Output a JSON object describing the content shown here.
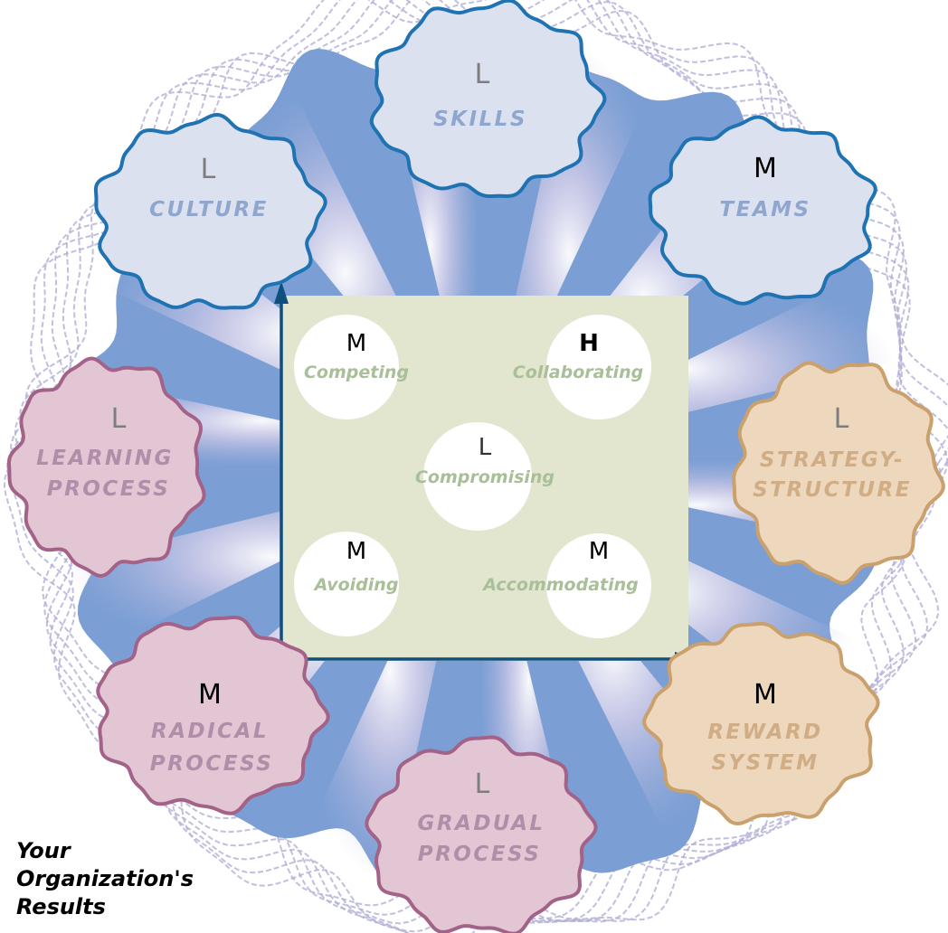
{
  "caption": {
    "line1": "Your",
    "line2": "Organization's",
    "line3": "Results"
  },
  "colors": {
    "hub": "#7b9fd4",
    "blue_fill": "#dbe1ef",
    "blue_stroke": "#1f73b2",
    "blue_text": "#8fa6cf",
    "mauve_fill": "#e2c6d4",
    "mauve_stroke": "#a36388",
    "mauve_text": "#b08ea9",
    "tan_fill": "#edd7bd",
    "tan_stroke": "#caa06c",
    "tan_text": "#d0ad84",
    "square_fill": "#e3e6cf",
    "axis": "#0f4f7e",
    "style_text": "#a9bf98"
  },
  "petals": [
    {
      "id": "skills",
      "level": "L",
      "lines": [
        "SKILLS"
      ],
      "theme": "blue"
    },
    {
      "id": "culture",
      "level": "L",
      "lines": [
        "CULTURE"
      ],
      "theme": "blue"
    },
    {
      "id": "teams",
      "level": "M",
      "lines": [
        "TEAMS"
      ],
      "theme": "blue"
    },
    {
      "id": "learning-process",
      "level": "L",
      "lines": [
        "LEARNING",
        "PROCESS"
      ],
      "theme": "mauve"
    },
    {
      "id": "strategy-structure",
      "level": "L",
      "lines": [
        "STRATEGY-",
        "STRUCTURE"
      ],
      "theme": "tan"
    },
    {
      "id": "radical-process",
      "level": "M",
      "lines": [
        "RADICAL",
        "PROCESS"
      ],
      "theme": "mauve"
    },
    {
      "id": "gradual-process",
      "level": "L",
      "lines": [
        "GRADUAL",
        "PROCESS"
      ],
      "theme": "mauve"
    },
    {
      "id": "reward-system",
      "level": "M",
      "lines": [
        "REWARD",
        "SYSTEM"
      ],
      "theme": "tan"
    }
  ],
  "styles": [
    {
      "id": "competing",
      "level": "M",
      "label": "Competing"
    },
    {
      "id": "collaborating",
      "level": "H",
      "label": "Collaborating"
    },
    {
      "id": "compromising",
      "level": "L",
      "label": "Compromising"
    },
    {
      "id": "avoiding",
      "level": "M",
      "label": "Avoiding"
    },
    {
      "id": "accommodating",
      "level": "M",
      "label": "Accommodating"
    }
  ]
}
